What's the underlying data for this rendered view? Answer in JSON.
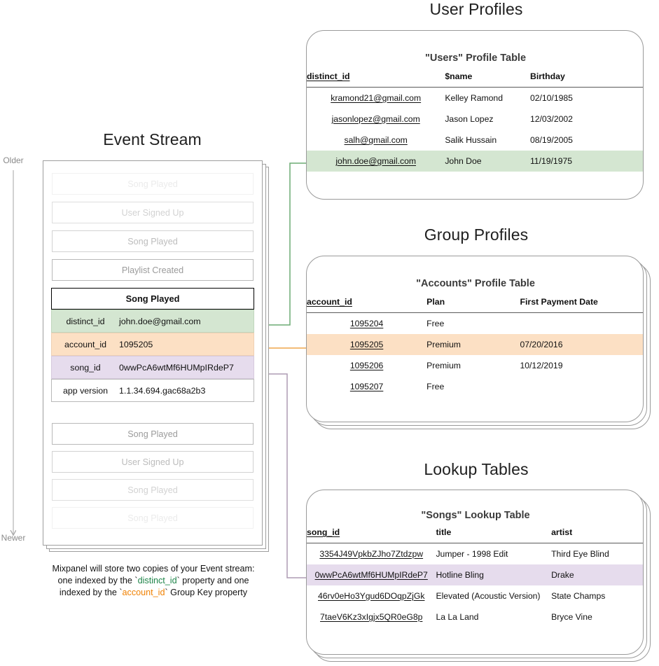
{
  "timeline": {
    "older": "Older",
    "newer": "Newer"
  },
  "event_stream": {
    "title": "Event Stream",
    "events_before": [
      {
        "label": "Song Played",
        "fade": "f0"
      },
      {
        "label": "User Signed Up",
        "fade": "f1"
      },
      {
        "label": "Song Played",
        "fade": "f2"
      },
      {
        "label": "Playlist Created",
        "fade": "f3"
      }
    ],
    "focus_event": {
      "name": "Song Played",
      "properties": [
        {
          "key": "distinct_id",
          "value": "john.doe@gmail.com",
          "highlight": "green"
        },
        {
          "key": "account_id",
          "value": "1095205",
          "highlight": "orange"
        },
        {
          "key": "song_id",
          "value": "0wwPcA6wtMf6HUMpIRdeP7",
          "highlight": "purple"
        },
        {
          "key": "app version",
          "value": "1.1.34.694.gac68a2b3",
          "highlight": "plain"
        }
      ]
    },
    "events_after": [
      {
        "label": "Song Played",
        "fade": "f3"
      },
      {
        "label": "User Signed Up",
        "fade": "f2"
      },
      {
        "label": "Song Played",
        "fade": "f1"
      },
      {
        "label": "Song Played",
        "fade": "f0"
      }
    ]
  },
  "caption": {
    "line1": "Mixpanel will store two copies of your Event stream:",
    "line2_a": "one indexed by the `",
    "line2_token": "distinct_id",
    "line2_b": "` property and one",
    "line3_a": "indexed by the `",
    "line3_token": "account_id",
    "line3_b": "` Group Key property"
  },
  "user_profiles": {
    "section_title": "User Profiles",
    "card_title": "\"Users\" Profile Table",
    "columns": [
      "distinct_id",
      "$name",
      "Birthday"
    ],
    "rows": [
      {
        "cells": [
          "kramond21@gmail.com",
          "Kelley Ramond",
          "02/10/1985"
        ],
        "highlight": ""
      },
      {
        "cells": [
          "jasonlopez@gmail.com",
          "Jason Lopez",
          "12/03/2002"
        ],
        "highlight": ""
      },
      {
        "cells": [
          "salh@gmail.com",
          "Salik Hussain",
          "08/19/2005"
        ],
        "highlight": ""
      },
      {
        "cells": [
          "john.doe@gmail.com",
          "John Doe",
          "11/19/1975"
        ],
        "highlight": "green"
      }
    ]
  },
  "group_profiles": {
    "section_title": "Group Profiles",
    "card_title": "\"Accounts\" Profile Table",
    "columns": [
      "account_id",
      "Plan",
      "First Payment Date"
    ],
    "rows": [
      {
        "cells": [
          "1095204",
          "Free",
          ""
        ],
        "highlight": ""
      },
      {
        "cells": [
          "1095205",
          "Premium",
          "07/20/2016"
        ],
        "highlight": "orange"
      },
      {
        "cells": [
          "1095206",
          "Premium",
          "10/12/2019"
        ],
        "highlight": ""
      },
      {
        "cells": [
          "1095207",
          "Free",
          ""
        ],
        "highlight": ""
      }
    ]
  },
  "lookup_tables": {
    "section_title": "Lookup Tables",
    "card_title": "\"Songs\" Lookup Table",
    "columns": [
      "song_id",
      "title",
      "artist"
    ],
    "rows": [
      {
        "cells": [
          "3354J49VpkbZJho7Ztdzpw",
          "Jumper - 1998 Edit",
          "Third Eye Blind"
        ],
        "highlight": ""
      },
      {
        "cells": [
          "0wwPcA6wtMf6HUMpIRdeP7",
          "Hotline Bling",
          "Drake"
        ],
        "highlight": "purple"
      },
      {
        "cells": [
          "46rv0eHo3Ygud6DOqpZjGk",
          "Elevated (Acoustic Version)",
          "State Champs"
        ],
        "highlight": ""
      },
      {
        "cells": [
          "7taeV6Kz3xIgjx5QR0eG8p",
          "La La Land",
          "Bryce Vine"
        ],
        "highlight": ""
      }
    ]
  },
  "colors": {
    "green": "#d4e6d1",
    "orange": "#fce0c4",
    "purple": "#e6dced",
    "arrow_green": "#5aa469",
    "arrow_orange": "#ef8b20",
    "arrow_purple": "#a692ad",
    "card_border": "#9a9a9a"
  }
}
